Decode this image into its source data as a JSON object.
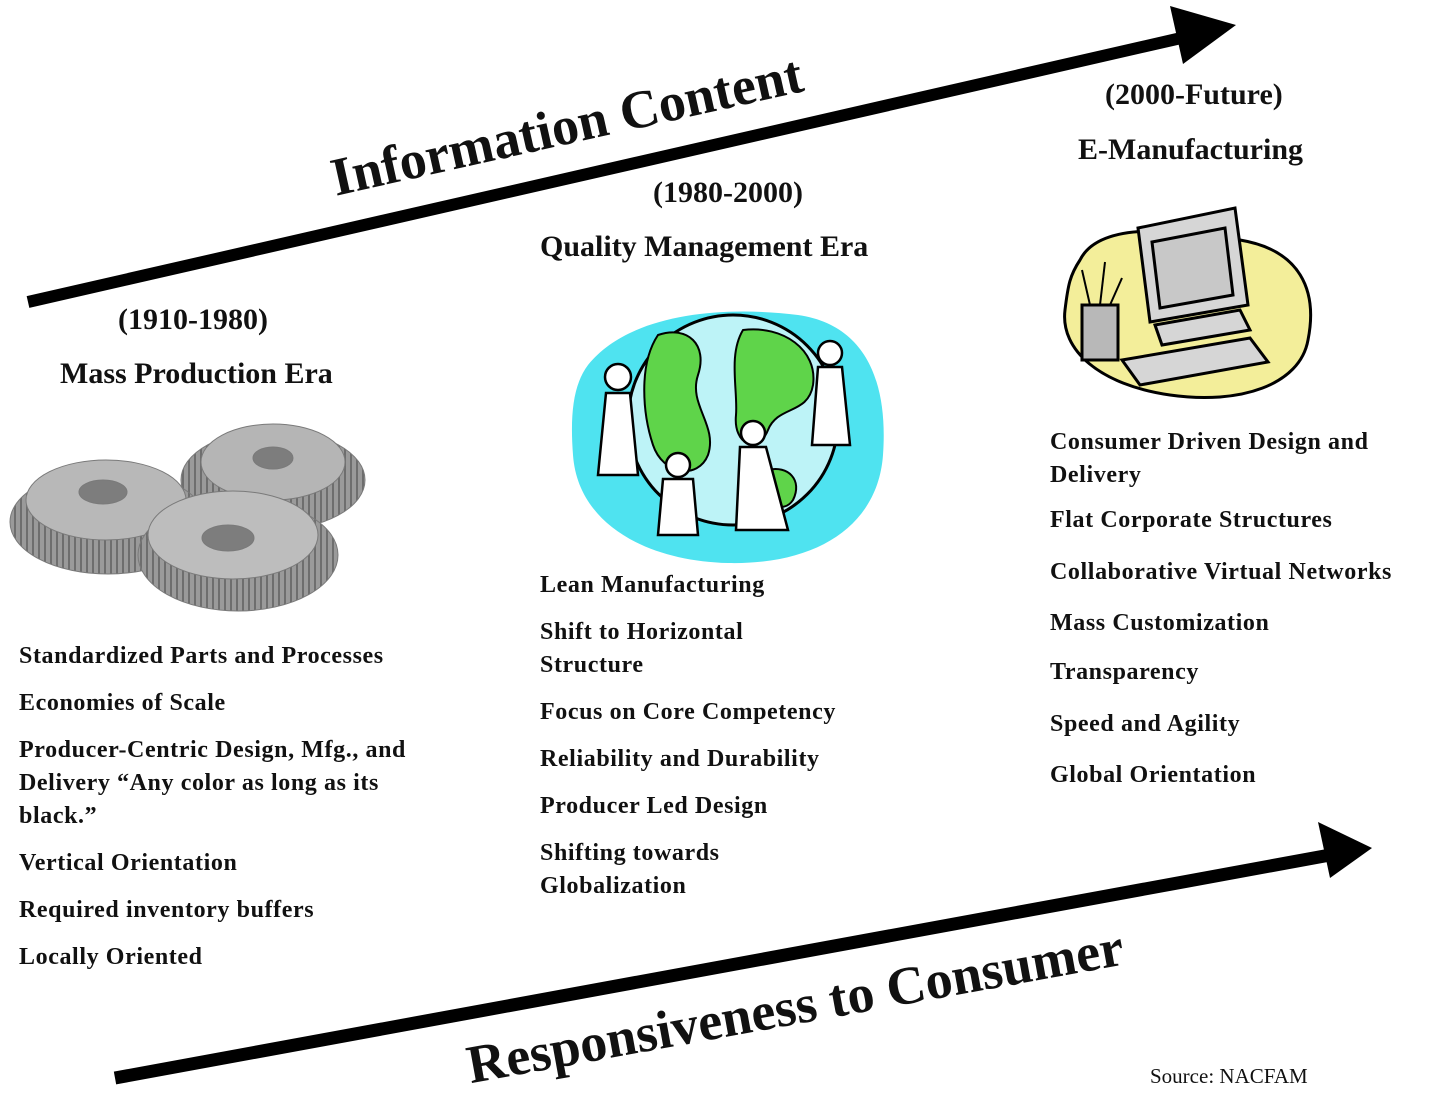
{
  "axes": {
    "top_label": "Information Content",
    "bottom_label": "Responsiveness to Consumer"
  },
  "eras": [
    {
      "years": "(1910-1980)",
      "name": "Mass Production Era",
      "icon": "gears-icon",
      "items": [
        "Standardized Parts and Processes",
        "Economies of Scale",
        "Producer-Centric Design, Mfg., and Delivery “Any color as long as its black.”",
        "Vertical Orientation",
        "Required inventory buffers",
        "Locally Oriented"
      ]
    },
    {
      "years": "(1980-2000)",
      "name": "Quality Management Era",
      "icon": "globe-people-icon",
      "items": [
        "Lean Manufacturing",
        "Shift to Horizontal Structure",
        "Focus on Core Competency",
        "Reliability and Durability",
        "Producer Led Design",
        "Shifting towards Globalization"
      ]
    },
    {
      "years": "(2000-Future)",
      "name": "E-Manufacturing",
      "icon": "computer-icon",
      "items": [
        "Consumer Driven Design and Delivery",
        "Flat Corporate Structures",
        "Collaborative Virtual Networks",
        "Mass Customization",
        "Transparency",
        "Speed and Agility",
        "Global Orientation"
      ]
    }
  ],
  "source": "Source:  NACFAM"
}
